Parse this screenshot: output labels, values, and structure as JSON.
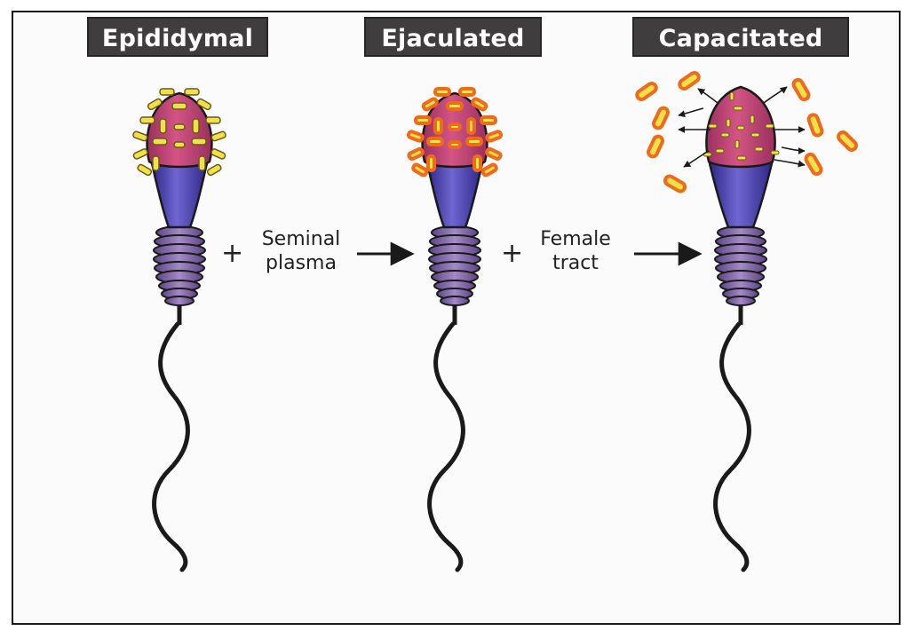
{
  "stages": [
    {
      "label": "Epididymal"
    },
    {
      "label": "Ejaculated"
    },
    {
      "label": "Capacitated"
    }
  ],
  "transitions": [
    {
      "operator": "+",
      "agent_line1": "Seminal",
      "agent_line2": "plasma"
    },
    {
      "operator": "+",
      "agent_line1": "Female",
      "agent_line2": "tract"
    }
  ],
  "colors": {
    "acrosome": "#c23a6a",
    "midpiece": "#4a3fae",
    "neck_rings": "#7e62a4",
    "surface_protein": "#f1e04a",
    "coated_protein_outline": "#ee6b1e",
    "tail": "#1a1a1a",
    "label_bg": "#3f3d3e"
  }
}
